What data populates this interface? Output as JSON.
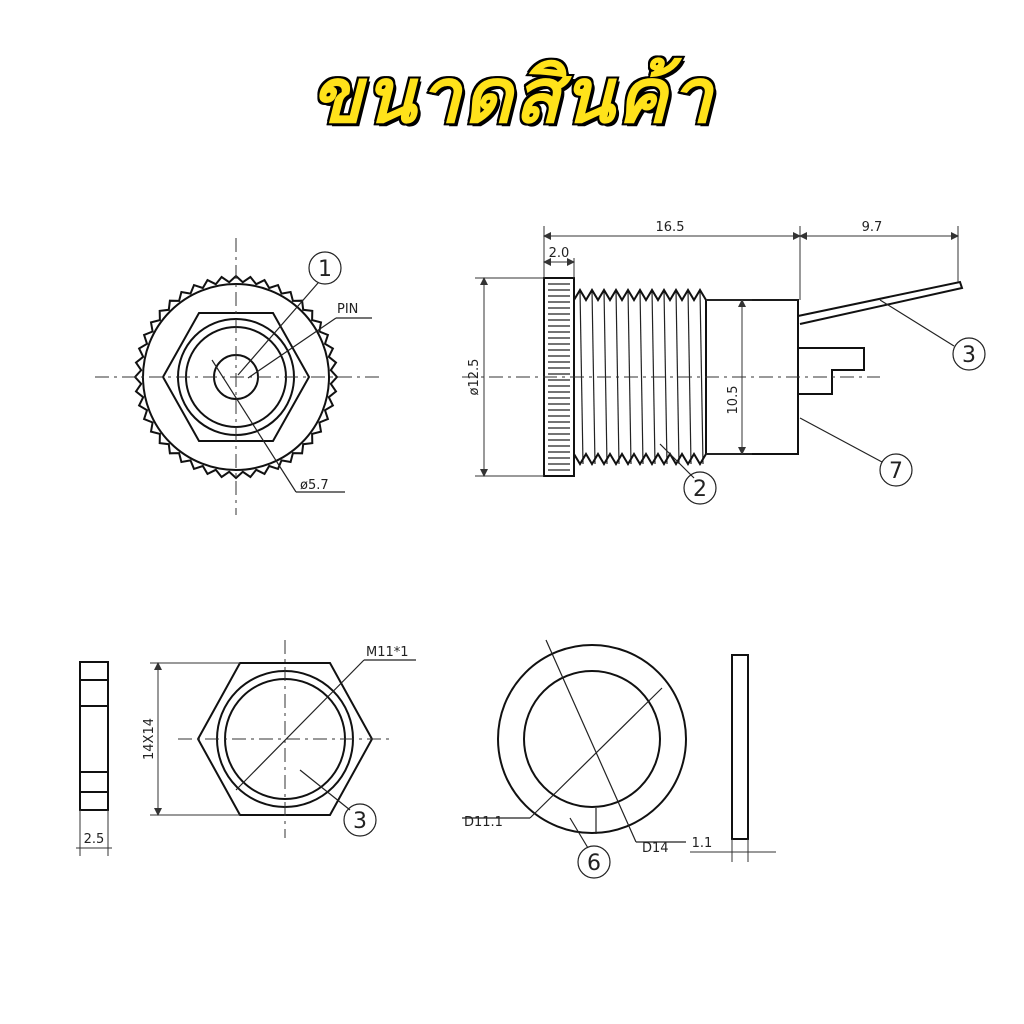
{
  "title": "ขนาดสินค้า",
  "front_view": {
    "callout_1": "1",
    "pin_label": "PIN",
    "dia_label": "ø5.7"
  },
  "side_view": {
    "length_label": "16.5",
    "lead_label": "9.7",
    "flange_label": "2.0",
    "dia_label": "ø12.5",
    "thread_label": "10.5",
    "callout_2": "2",
    "callout_3": "3",
    "callout_7": "7"
  },
  "nut_side": {
    "thick_label": "2.5"
  },
  "nut_front": {
    "thread_label": "M11*1",
    "size_label": "14X14",
    "callout_3": "3"
  },
  "washer_front": {
    "inner_label": "D11.1",
    "outer_label": "D14",
    "callout_6": "6"
  },
  "washer_side": {
    "thick_label": "1.1"
  }
}
